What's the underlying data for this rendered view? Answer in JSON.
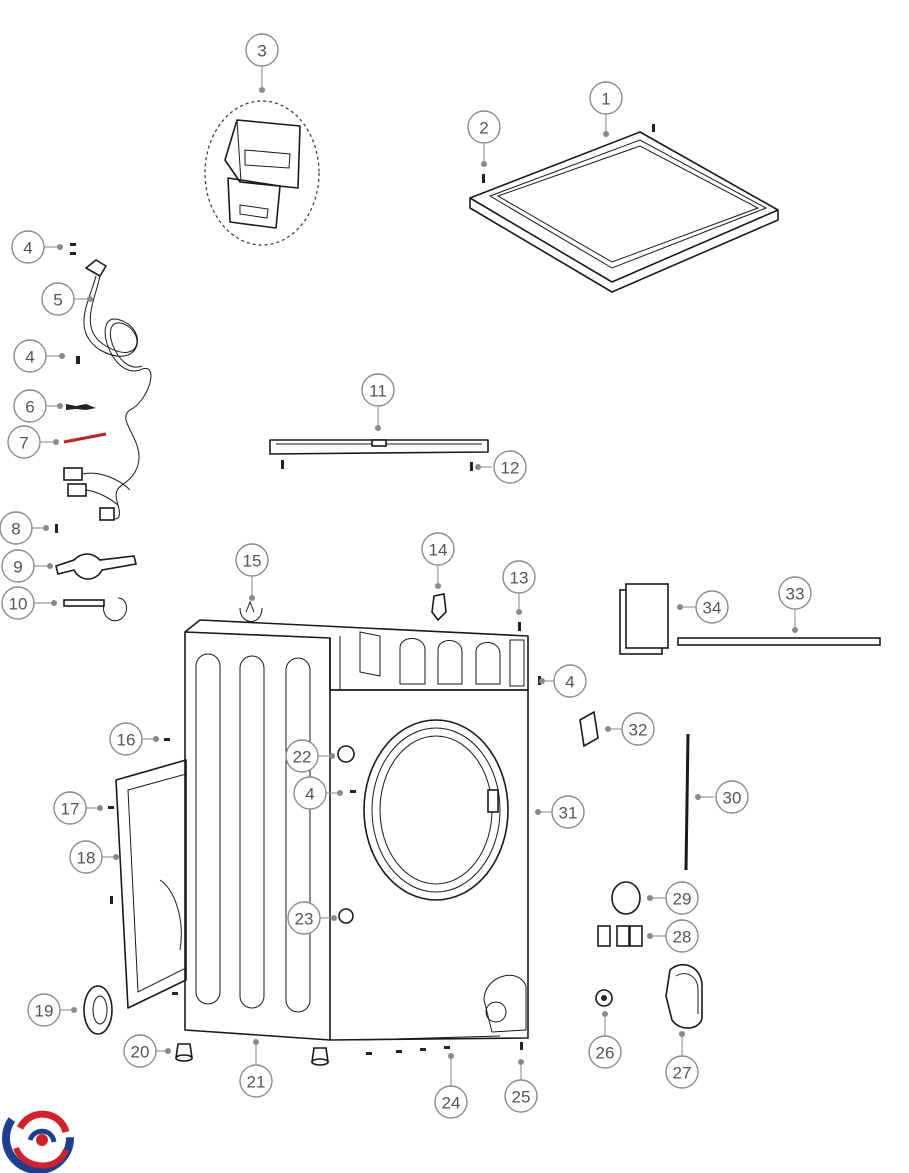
{
  "callouts": [
    {
      "label": "1"
    },
    {
      "label": "2"
    },
    {
      "label": "3"
    },
    {
      "label": "4"
    },
    {
      "label": "5"
    },
    {
      "label": "4"
    },
    {
      "label": "6"
    },
    {
      "label": "7"
    },
    {
      "label": "8"
    },
    {
      "label": "9"
    },
    {
      "label": "10"
    },
    {
      "label": "11"
    },
    {
      "label": "12"
    },
    {
      "label": "13"
    },
    {
      "label": "14"
    },
    {
      "label": "15"
    },
    {
      "label": "4"
    },
    {
      "label": "16"
    },
    {
      "label": "17"
    },
    {
      "label": "18"
    },
    {
      "label": "19"
    },
    {
      "label": "20"
    },
    {
      "label": "21"
    },
    {
      "label": "22"
    },
    {
      "label": "4"
    },
    {
      "label": "23"
    },
    {
      "label": "24"
    },
    {
      "label": "25"
    },
    {
      "label": "26"
    },
    {
      "label": "27"
    },
    {
      "label": "28"
    },
    {
      "label": "29"
    },
    {
      "label": "30"
    },
    {
      "label": "31"
    },
    {
      "label": "32"
    },
    {
      "label": "33"
    },
    {
      "label": "34"
    }
  ],
  "colors": {
    "callout_stroke": "#8a8a8a",
    "callout_text": "#555555",
    "line_art": "#1a1a1a",
    "cord_plug": "#a02020",
    "logo_blue": "#1d3f8f",
    "logo_red": "#d4202a"
  }
}
